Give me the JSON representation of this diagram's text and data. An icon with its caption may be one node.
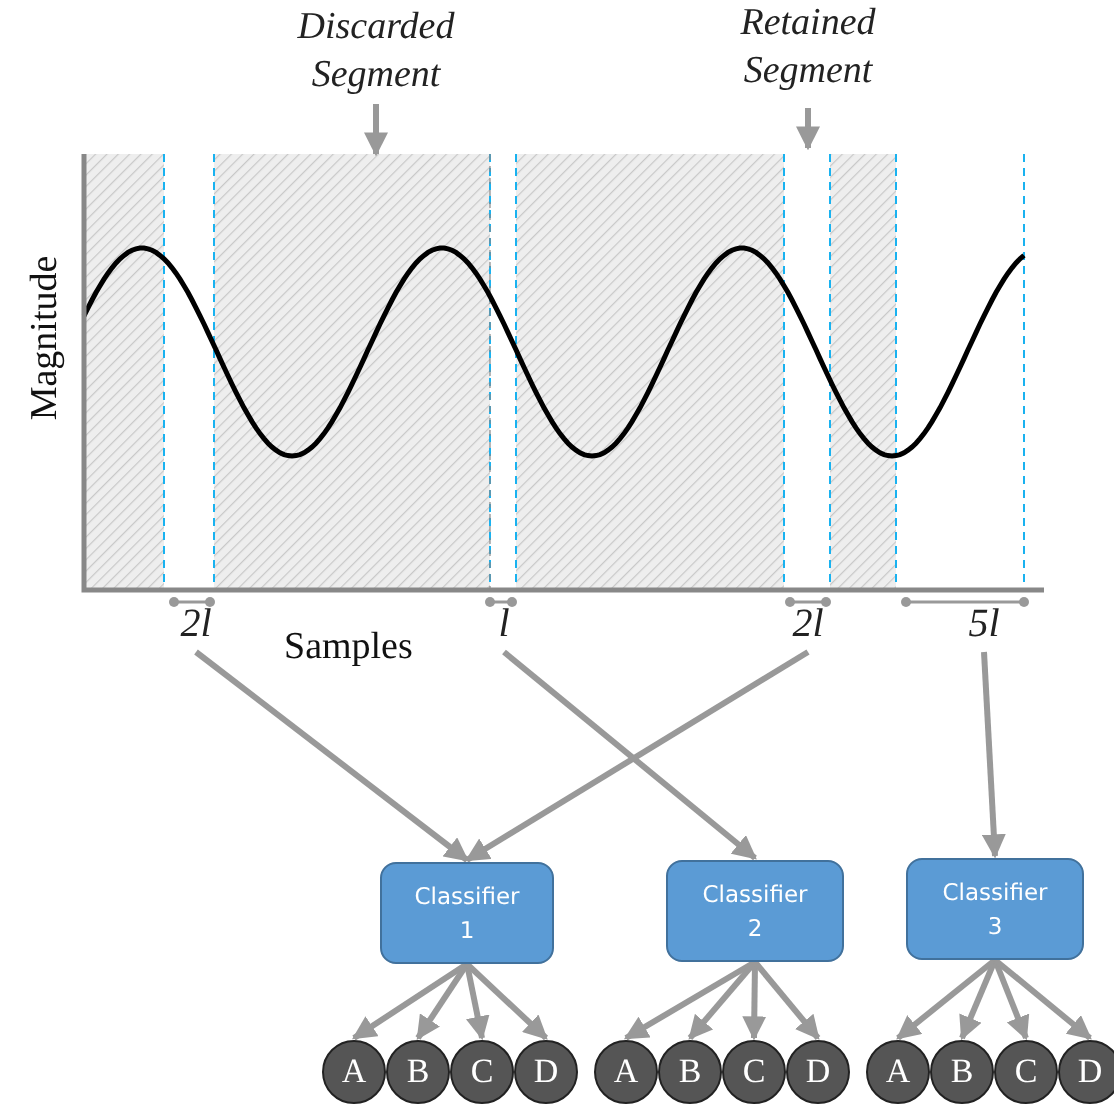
{
  "diagram": {
    "nodes": [
      {
        "text": [
          "Discarded Segment"
        ]
      },
      {
        "text": [
          "Retained Segment"
        ]
      },
      {
        "text": [
          "2l"
        ]
      },
      {
        "text": [
          "l"
        ]
      },
      {
        "text": [
          "2l"
        ]
      },
      {
        "text": [
          "5l"
        ]
      },
      {
        "text": [
          "Classifier 1"
        ]
      },
      {
        "text": [
          "Classifier 2"
        ]
      },
      {
        "text": [
          "Classifier 3"
        ]
      },
      {
        "text": [
          "A"
        ]
      },
      {
        "text": [
          "B"
        ]
      },
      {
        "text": [
          "C"
        ]
      },
      {
        "text": [
          "D"
        ]
      },
      {
        "text": [
          "A"
        ]
      },
      {
        "text": [
          "B"
        ]
      },
      {
        "text": [
          "C"
        ]
      },
      {
        "text": [
          "D"
        ]
      },
      {
        "text": [
          "A"
        ]
      },
      {
        "text": [
          "B"
        ]
      },
      {
        "text": [
          "C"
        ]
      },
      {
        "text": [
          "D"
        ]
      },
      {
        "text": [],
        "shape": "box"
      }
    ],
    "edges": [
      {
        "from": 0,
        "to": 21,
        "arrow": "to"
      },
      {
        "from": 1,
        "to": null,
        "arrow": "to"
      },
      {
        "from": 2,
        "to": 6,
        "arrow": "to"
      },
      {
        "from": 3,
        "to": 7,
        "arrow": "to"
      },
      {
        "from": 4,
        "to": 6,
        "arrow": "to"
      },
      {
        "from": 5,
        "to": 8,
        "arrow": "to"
      },
      {
        "from": 6,
        "to": 9,
        "arrow": "to"
      },
      {
        "from": 6,
        "to": 10,
        "arrow": "to"
      },
      {
        "from": 6,
        "to": 11,
        "arrow": "to"
      },
      {
        "from": 6,
        "to": 12,
        "arrow": "to"
      },
      {
        "from": 7,
        "to": 13,
        "arrow": "to"
      },
      {
        "from": 7,
        "to": 14,
        "arrow": "to"
      },
      {
        "from": 7,
        "to": 15,
        "arrow": "to"
      },
      {
        "from": 7,
        "to": 16,
        "arrow": "to"
      },
      {
        "from": 8,
        "to": 17,
        "arrow": "to"
      },
      {
        "from": 8,
        "to": 18,
        "arrow": "to"
      },
      {
        "from": 8,
        "to": 19,
        "arrow": "to"
      },
      {
        "from": 8,
        "to": 20,
        "arrow": "to"
      }
    ],
    "labels": [
      "Magnitude",
      "Samples"
    ]
  }
}
